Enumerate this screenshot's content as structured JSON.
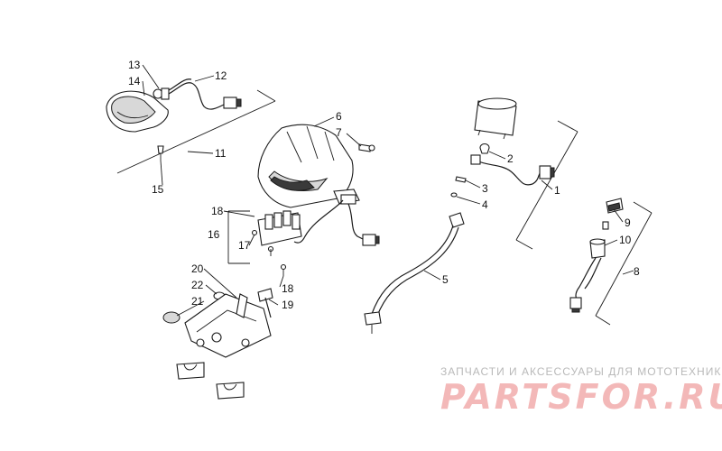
{
  "callouts": [
    "1",
    "2",
    "3",
    "4",
    "5",
    "6",
    "7",
    "8",
    "9",
    "10",
    "11",
    "12",
    "13",
    "14",
    "15",
    "16",
    "17",
    "18",
    "18",
    "19",
    "20",
    "21",
    "22"
  ],
  "watermark": {
    "caption": "ЗАПЧАСТИ И АКСЕССУАРЫ ДЛЯ МОТОТЕХНИКИ",
    "logo": "PARTSFOR.RU"
  },
  "colors": {
    "ink": "#1a1a1a",
    "watermark_red": "#f3b8b8",
    "watermark_gray": "#b9b9b9"
  }
}
